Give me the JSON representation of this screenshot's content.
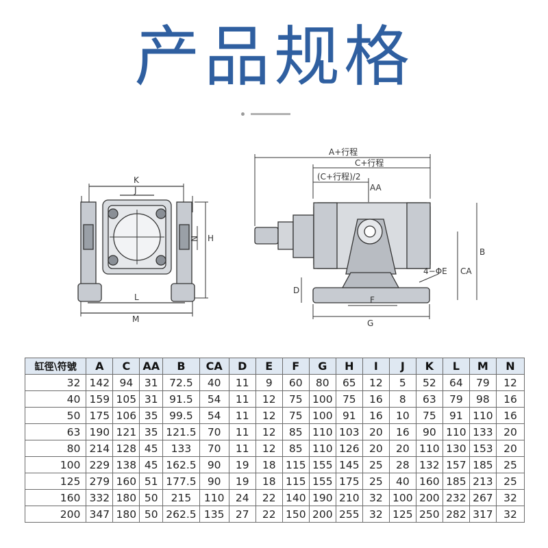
{
  "title": "产品规格",
  "colors": {
    "title": "#2f5fa0",
    "table_header_bg": "#dfe8f2",
    "drawing_fill": "#c7cbd1"
  },
  "drawing": {
    "front_view": {
      "K": "K",
      "J": "J",
      "N": "N",
      "H": "H",
      "L": "L",
      "M": "M"
    },
    "side_view": {
      "A_stroke": "A+行程",
      "C_stroke": "C+行程",
      "half_stroke": "(C+行程)/2",
      "AA": "AA",
      "B": "B",
      "CA": "CA",
      "D": "D",
      "F": "F",
      "G": "G",
      "phiE": "4−ΦE"
    }
  },
  "table": {
    "headers": [
      "缸徑\\符號",
      "A",
      "C",
      "AA",
      "B",
      "CA",
      "D",
      "E",
      "F",
      "G",
      "H",
      "I",
      "J",
      "K",
      "L",
      "M",
      "N"
    ],
    "rows": [
      [
        "32",
        "142",
        "94",
        "31",
        "72.5",
        "40",
        "11",
        "9",
        "60",
        "80",
        "65",
        "12",
        "5",
        "52",
        "64",
        "79",
        "12"
      ],
      [
        "40",
        "159",
        "105",
        "31",
        "91.5",
        "54",
        "11",
        "12",
        "75",
        "100",
        "75",
        "16",
        "8",
        "63",
        "79",
        "98",
        "16"
      ],
      [
        "50",
        "175",
        "106",
        "35",
        "99.5",
        "54",
        "11",
        "12",
        "75",
        "100",
        "91",
        "16",
        "10",
        "75",
        "91",
        "110",
        "16"
      ],
      [
        "63",
        "190",
        "121",
        "35",
        "121.5",
        "70",
        "11",
        "12",
        "85",
        "110",
        "103",
        "20",
        "16",
        "90",
        "110",
        "133",
        "20"
      ],
      [
        "80",
        "214",
        "128",
        "45",
        "133",
        "70",
        "11",
        "12",
        "85",
        "110",
        "126",
        "20",
        "20",
        "110",
        "130",
        "153",
        "20"
      ],
      [
        "100",
        "229",
        "138",
        "45",
        "162.5",
        "90",
        "19",
        "18",
        "115",
        "155",
        "145",
        "25",
        "28",
        "132",
        "157",
        "185",
        "25"
      ],
      [
        "125",
        "279",
        "160",
        "51",
        "177.5",
        "90",
        "19",
        "18",
        "115",
        "155",
        "175",
        "25",
        "40",
        "160",
        "185",
        "213",
        "25"
      ],
      [
        "160",
        "332",
        "180",
        "50",
        "215",
        "110",
        "24",
        "22",
        "140",
        "190",
        "210",
        "32",
        "100",
        "200",
        "232",
        "267",
        "32"
      ],
      [
        "200",
        "347",
        "180",
        "50",
        "262.5",
        "135",
        "27",
        "22",
        "150",
        "200",
        "255",
        "32",
        "125",
        "250",
        "282",
        "317",
        "32"
      ]
    ]
  }
}
